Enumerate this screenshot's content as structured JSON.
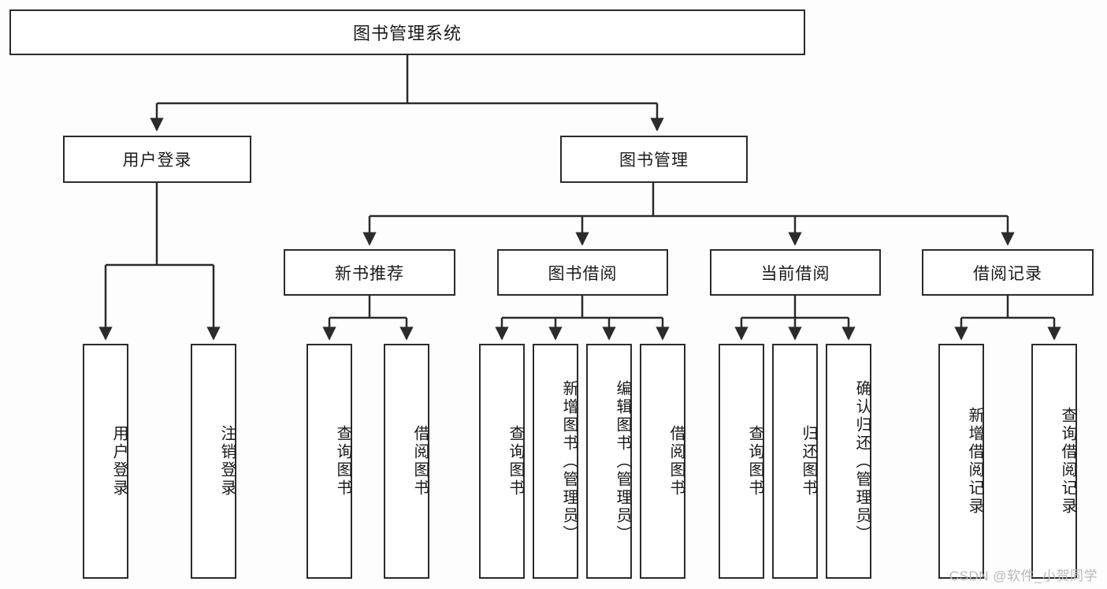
{
  "diagram": {
    "type": "tree-hierarchy",
    "title": "图书管理系统",
    "root": {
      "label": "图书管理系统",
      "id": "root"
    },
    "level2": [
      {
        "id": "user-login",
        "label": "用户登录"
      },
      {
        "id": "book-manage",
        "label": "图书管理"
      }
    ],
    "level3": [
      {
        "id": "new-book-recommend",
        "label": "新书推荐",
        "parent": "book-manage"
      },
      {
        "id": "book-borrow",
        "label": "图书借阅",
        "parent": "book-manage"
      },
      {
        "id": "current-borrow",
        "label": "当前借阅",
        "parent": "book-manage"
      },
      {
        "id": "borrow-record",
        "label": "借阅记录",
        "parent": "book-manage"
      }
    ],
    "leaves": [
      {
        "id": "leaf-user-login",
        "label": "用户登录",
        "parent": "user-login"
      },
      {
        "id": "leaf-logout",
        "label": "注销登录",
        "parent": "user-login"
      },
      {
        "id": "leaf-query-book-1",
        "label": "查询图书",
        "parent": "new-book-recommend"
      },
      {
        "id": "leaf-borrow-book-1",
        "label": "借阅图书",
        "parent": "new-book-recommend"
      },
      {
        "id": "leaf-query-book-2",
        "label": "查询图书",
        "parent": "book-borrow"
      },
      {
        "id": "leaf-add-book",
        "label": "新增图书（管理员）",
        "parent": "book-borrow"
      },
      {
        "id": "leaf-edit-book",
        "label": "编辑图书（管理员）",
        "parent": "book-borrow"
      },
      {
        "id": "leaf-borrow-book-2",
        "label": "借阅图书",
        "parent": "book-borrow"
      },
      {
        "id": "leaf-query-book-3",
        "label": "查询图书",
        "parent": "current-borrow"
      },
      {
        "id": "leaf-return-book",
        "label": "归还图书",
        "parent": "current-borrow"
      },
      {
        "id": "leaf-confirm-return",
        "label": "确认归还（管理员）",
        "parent": "current-borrow"
      },
      {
        "id": "leaf-add-record",
        "label": "新增借阅记录",
        "parent": "borrow-record"
      },
      {
        "id": "leaf-query-record",
        "label": "查询借阅记录",
        "parent": "borrow-record"
      }
    ],
    "colors": {
      "stroke": "#2b2b2b",
      "fill": "#ffffff",
      "text": "#1a1a1a",
      "watermark": "#b9b9b9"
    }
  },
  "watermark": {
    "text": "CSDN @软件_小贺同学"
  }
}
